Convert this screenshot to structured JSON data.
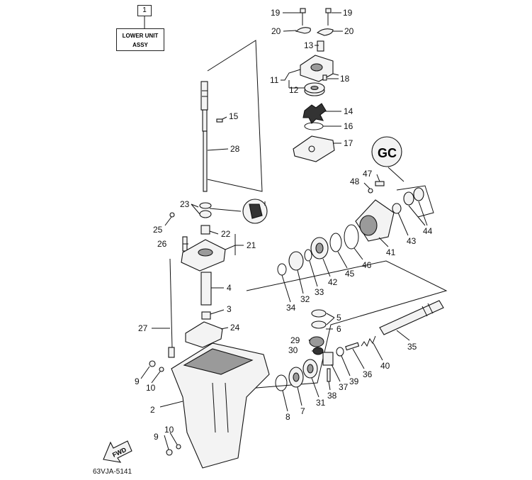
{
  "assembly": {
    "ref": "1",
    "line1": "LOWER UNIT",
    "line2": "ASSY"
  },
  "diagram_code": "63VJA-5141",
  "fwd_label": "FWD",
  "callouts": {
    "c19a": "19",
    "c19b": "19",
    "c20a": "20",
    "c20b": "20",
    "c13": "13",
    "c11": "11",
    "c18": "18",
    "c12": "12",
    "c14": "14",
    "c16": "16",
    "c17": "17",
    "c15": "15",
    "c28": "28",
    "c47": "47",
    "c48": "48",
    "c44": "44",
    "c43": "43",
    "c41": "41",
    "c46": "46",
    "c45": "45",
    "c42": "42",
    "c33": "33",
    "c32": "32",
    "c34": "34",
    "c23": "23",
    "c25": "25",
    "c22": "22",
    "c26": "26",
    "c21": "21",
    "c4": "4",
    "c3": "3",
    "c24": "24",
    "c27": "27",
    "c5": "5",
    "c6": "6",
    "c29": "29",
    "c30": "30",
    "c35": "35",
    "c40": "40",
    "c36": "36",
    "c39": "39",
    "c37": "37",
    "c38": "38",
    "c31": "31",
    "c7": "7",
    "c8": "8",
    "c2": "2",
    "c9a": "9",
    "c10a": "10",
    "c9b": "9",
    "c10b": "10"
  },
  "icons": {
    "lubricant_top": "grease-gun-icon",
    "lubricant_mid": "grease-gun-icon",
    "front_arrow": "fwd-arrow-icon"
  }
}
